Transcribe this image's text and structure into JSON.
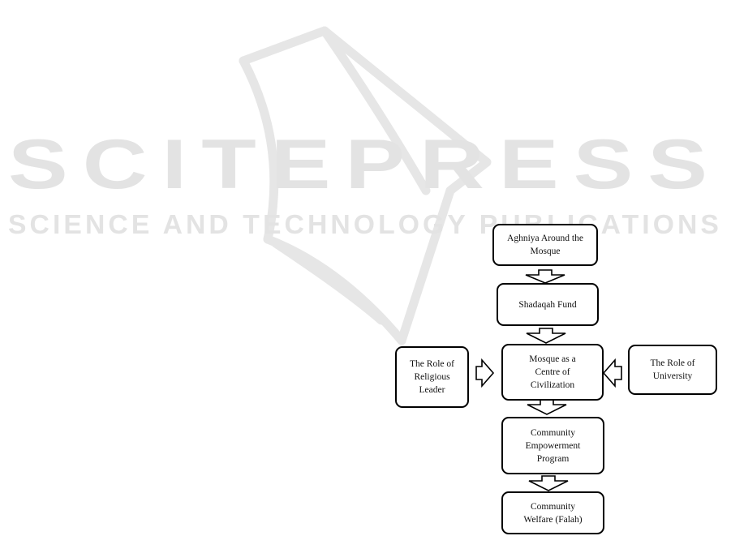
{
  "watermark": {
    "line1": "SCITEPRESS",
    "line2": "SCIENCE AND TECHNOLOGY PUBLICATIONS",
    "color": "#e3e3e3"
  },
  "diagram": {
    "nodes": {
      "aghniya": "Aghniya Around the Mosque",
      "shadaqah": "Shadaqah Fund",
      "mosque": "Mosque as a Centre of Civilization",
      "religious_leader": "The Role of Religious Leader",
      "university": "The Role of University",
      "empowerment": "Community Empowerment Program",
      "welfare": "Community Welfare (Falah)"
    },
    "edges": [
      {
        "from": "aghniya",
        "to": "shadaqah"
      },
      {
        "from": "shadaqah",
        "to": "mosque"
      },
      {
        "from": "religious_leader",
        "to": "mosque"
      },
      {
        "from": "university",
        "to": "mosque"
      },
      {
        "from": "mosque",
        "to": "empowerment"
      },
      {
        "from": "empowerment",
        "to": "welfare"
      }
    ]
  }
}
